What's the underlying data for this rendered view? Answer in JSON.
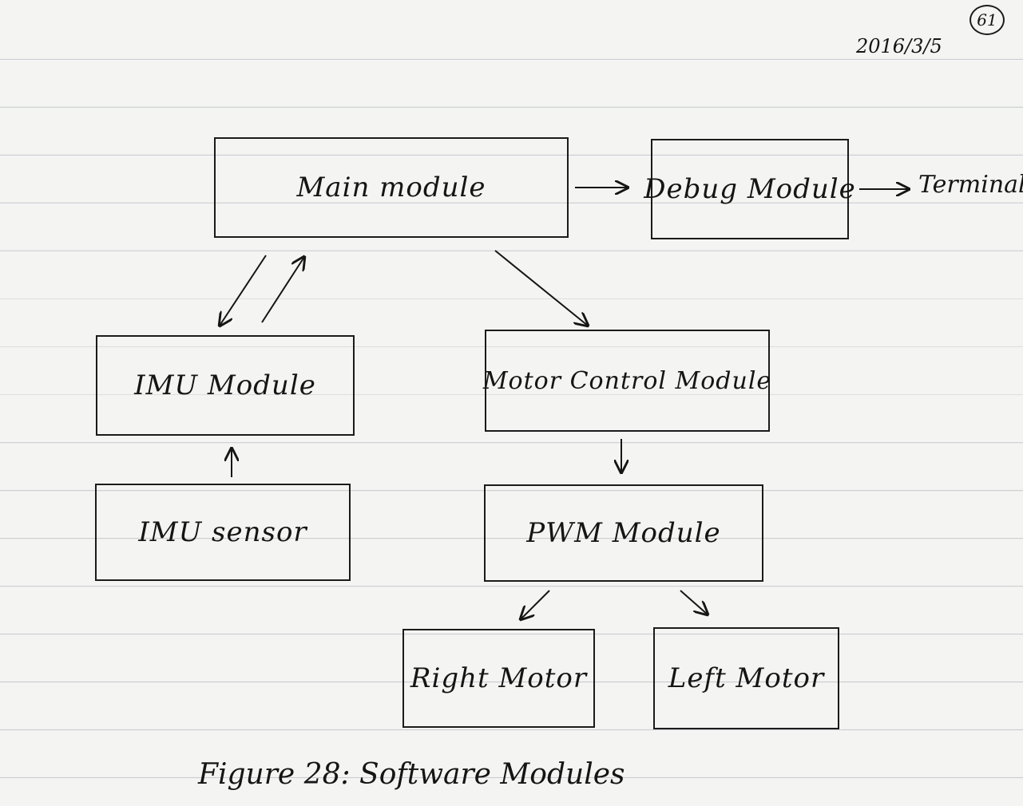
{
  "page": {
    "number": "61",
    "date": "2016/3/5"
  },
  "modules": {
    "main": "Main   module",
    "debug": "Debug Module",
    "imu_module": "IMU Module",
    "imu_sensor": "IMU sensor",
    "motor_control": "Motor Control Module",
    "pwm": "PWM Module",
    "right_motor": "Right Motor",
    "left_motor": "Left Motor"
  },
  "terminal": "Terminal",
  "caption": "Figure 28: Software Modules",
  "colors": {
    "ink": "#151515",
    "paper": "#f4f4f2",
    "ruling": "#c9ccd2"
  }
}
